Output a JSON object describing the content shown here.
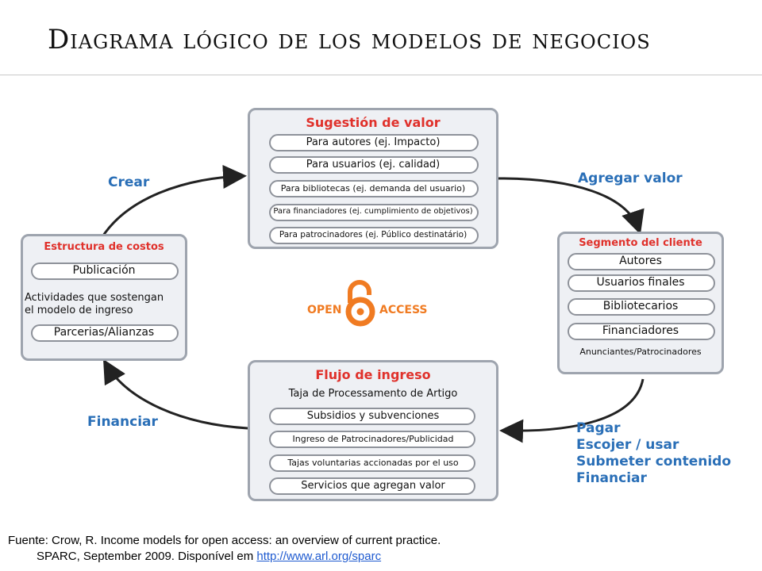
{
  "title": "Diagrama lógico de los modelos de negocios",
  "value_box": {
    "title": "Sugestión de valor",
    "items": [
      "Para autores (ej. Impacto)",
      "Para usuarios (ej. calidad)",
      "Para bibliotecas (ej. demanda del usuario)",
      "Para financiadores (ej. cumplimiento de objetivos)",
      "Para patrocinadores (ej. Público destinatário)"
    ]
  },
  "segment_box": {
    "title": "Segmento del cliente",
    "items": [
      "Autores",
      "Usuarios finales",
      "Bibliotecarios",
      "Financiadores",
      "Anunciantes/Patrocinadores"
    ]
  },
  "revenue_box": {
    "title": "Flujo de ingreso",
    "items": [
      "Taja de Processamento de Artigo",
      "Subsidios y subvenciones",
      "Ingreso de Patrocinadores/Publicidad",
      "Tajas voluntarias accionadas por el uso",
      "Servicios que agregan valor"
    ]
  },
  "cost_box": {
    "title": "Estructura de costos",
    "items": [
      "Publicación",
      "Actividades que sostengan",
      "el modelo de ingreso",
      "Parcerias/Alianzas"
    ]
  },
  "arrows": {
    "create": "Crear",
    "add_value": "Agregar valor",
    "finance": "Financiar",
    "pay_lines": [
      "Pagar",
      "Escojer / usar",
      "Submeter contenido",
      "Financiar"
    ]
  },
  "logo": {
    "open": "OPEN",
    "access": "ACCESS"
  },
  "source": {
    "line1": "Fuente:  Crow, R. Income models for open access: an overview of current practice.",
    "line2": "SPARC, September 2009. Disponível em",
    "link": "http://www.arl.org/sparc"
  },
  "colors": {
    "box_title": "#e0312b",
    "verb": "#2a6fb7",
    "logo": "#f07b22"
  }
}
